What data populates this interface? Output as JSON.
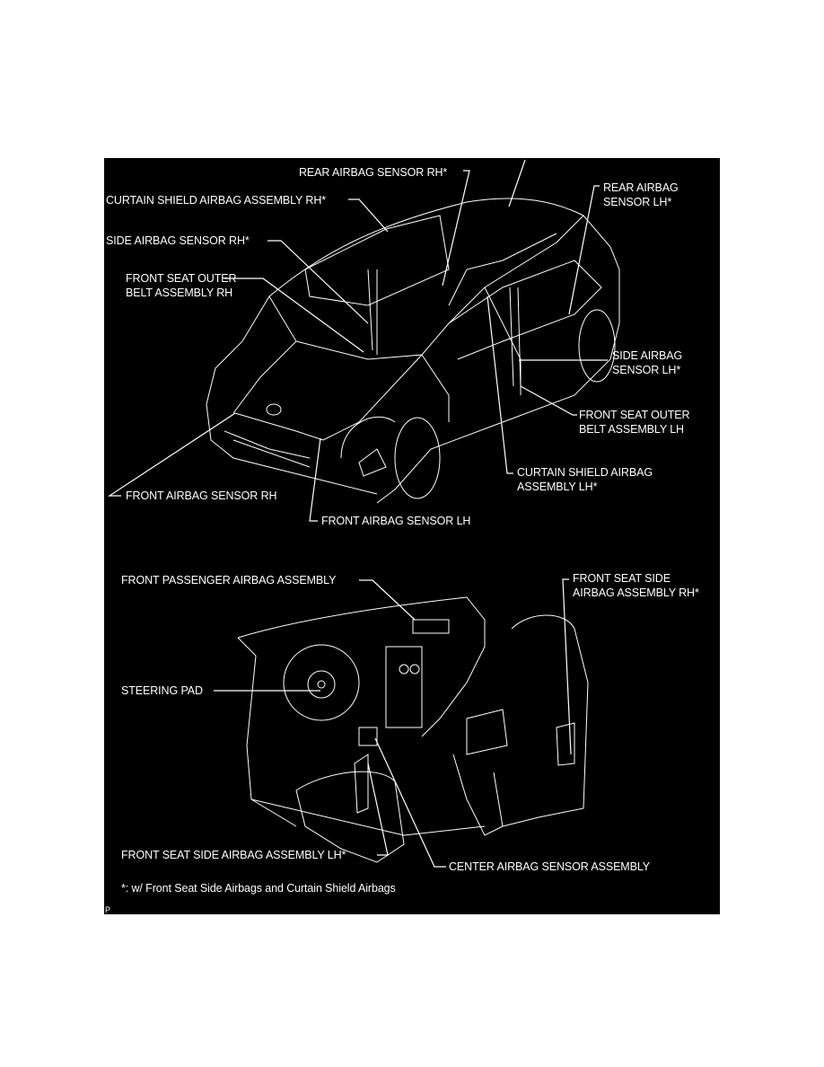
{
  "figure": {
    "background_color": "#000000",
    "line_color": "#ffffff",
    "labels": {
      "rear_airbag_sensor_rh": "REAR AIRBAG SENSOR RH*",
      "curtain_shield_rh": "CURTAIN SHIELD AIRBAG ASSEMBLY RH*",
      "rear_airbag_sensor_lh": [
        "REAR AIRBAG",
        "SENSOR LH*"
      ],
      "side_airbag_sensor_rh": "SIDE AIRBAG SENSOR RH*",
      "front_seat_outer_belt_rh": [
        "FRONT SEAT OUTER",
        "BELT ASSEMBLY RH"
      ],
      "side_airbag_sensor_lh": [
        "SIDE AIRBAG",
        "SENSOR LH*"
      ],
      "front_seat_outer_belt_lh": [
        "FRONT SEAT OUTER",
        "BELT ASSEMBLY LH"
      ],
      "curtain_shield_lh": [
        "CURTAIN SHIELD AIRBAG",
        "ASSEMBLY LH*"
      ],
      "front_airbag_sensor_rh": "FRONT AIRBAG SENSOR RH",
      "front_airbag_sensor_lh": "FRONT AIRBAG SENSOR LH",
      "front_passenger_airbag": "FRONT PASSENGER AIRBAG ASSEMBLY",
      "front_seat_side_airbag_rh": [
        "FRONT SEAT SIDE",
        "AIRBAG ASSEMBLY RH*"
      ],
      "steering_pad": "STEERING PAD",
      "front_seat_side_airbag_lh": "FRONT SEAT SIDE AIRBAG ASSEMBLY  LH*",
      "center_airbag_sensor": "CENTER AIRBAG SENSOR ASSEMBLY"
    },
    "footnote": "*: w/ Front Seat Side Airbags and Curtain Shield Airbags",
    "corner_mark": "P"
  }
}
